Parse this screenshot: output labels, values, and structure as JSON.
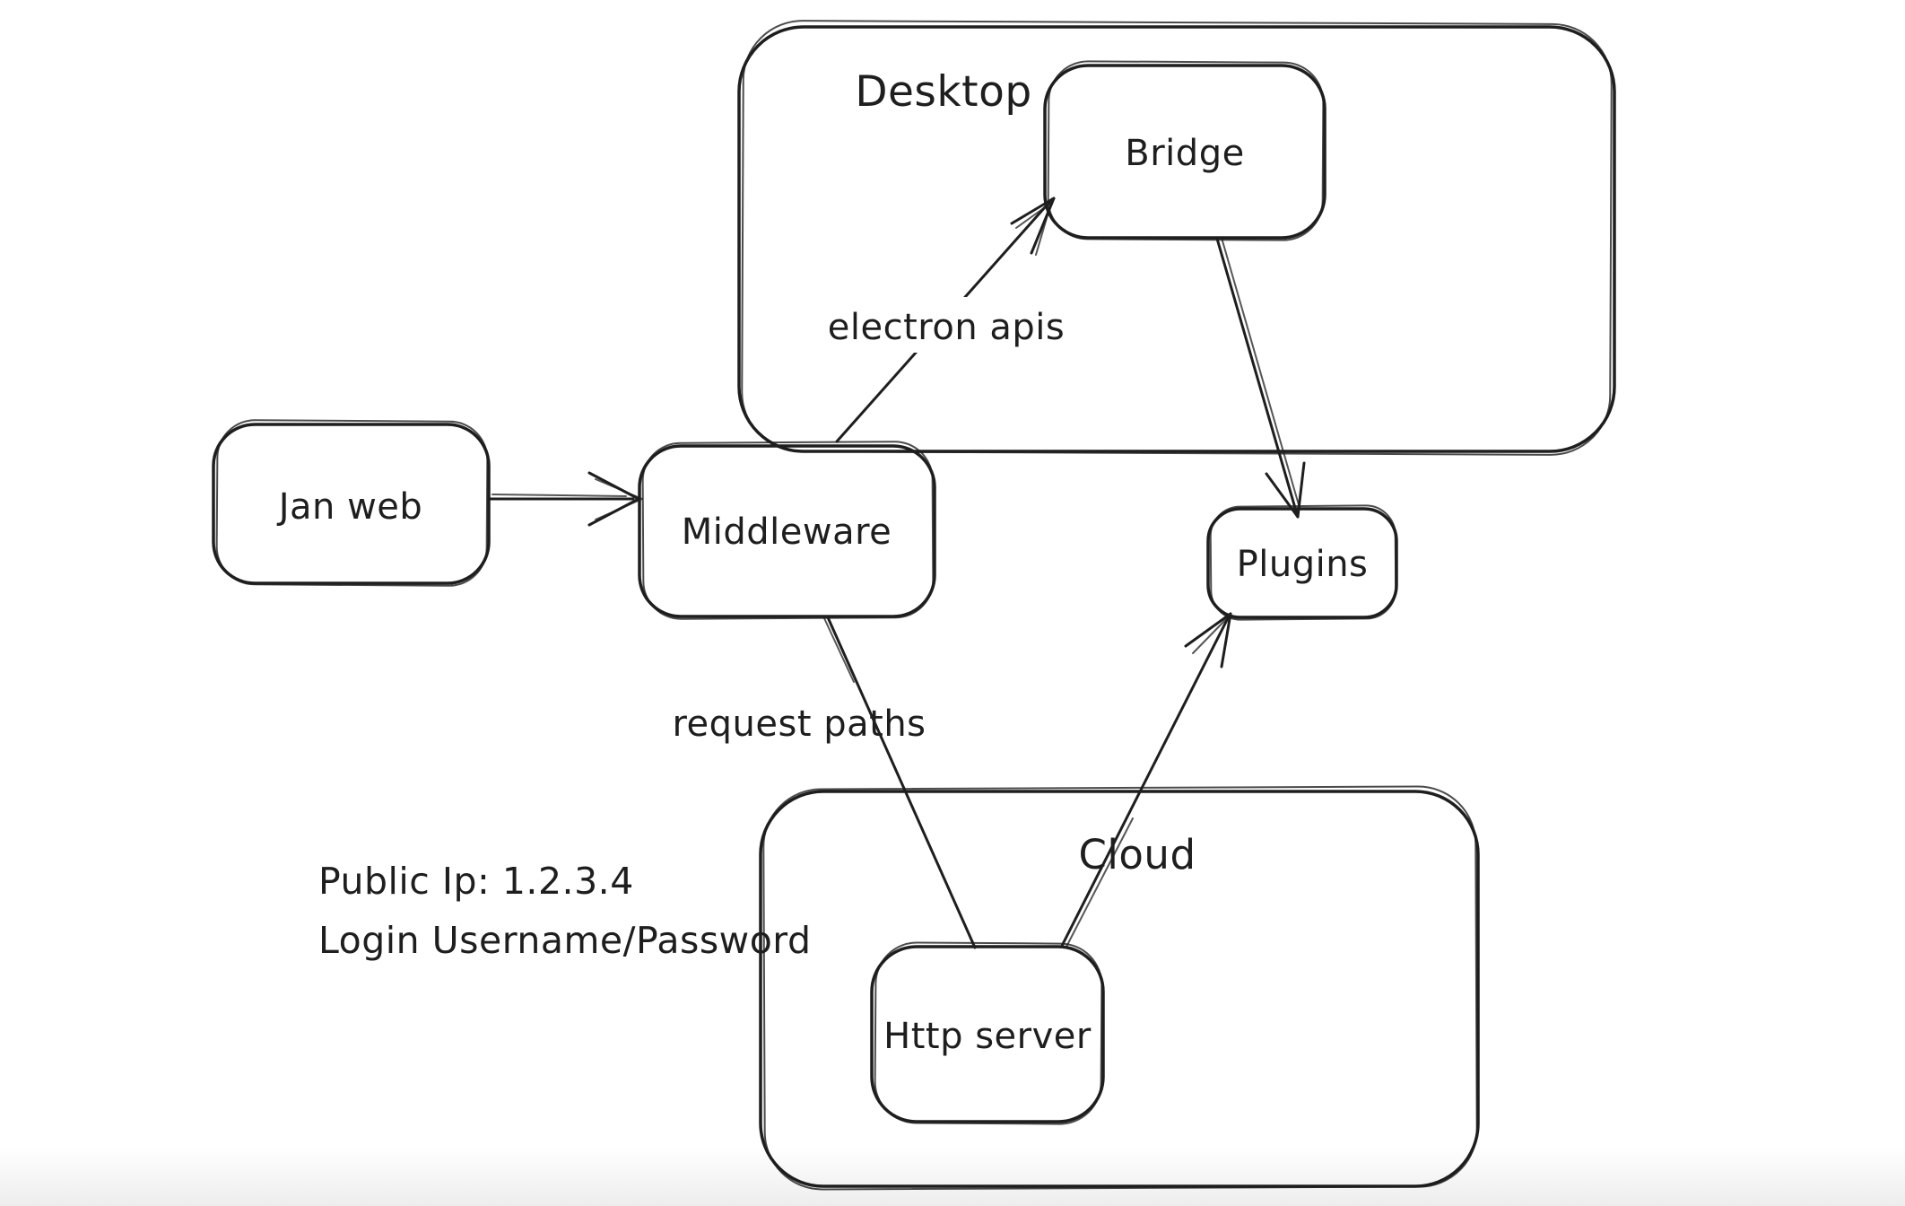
{
  "canvas": {
    "background_color": "#ffffff",
    "stroke_color": "#1e1e1e"
  },
  "containers": {
    "desktop": {
      "label": "Desktop"
    },
    "cloud": {
      "label": "Cloud"
    }
  },
  "nodes": {
    "jan_web": {
      "label": "Jan web"
    },
    "middleware": {
      "label": "Middleware"
    },
    "bridge": {
      "label": "Bridge"
    },
    "plugins": {
      "label": "Plugins"
    },
    "http_server": {
      "label": "Http server"
    }
  },
  "edges": {
    "jan_web_to_middleware": {
      "from": "Jan web",
      "to": "Middleware",
      "arrowhead": "end",
      "label": ""
    },
    "middleware_to_bridge": {
      "from": "Middleware",
      "to": "Bridge",
      "arrowhead": "end",
      "label": "electron apis"
    },
    "bridge_to_plugins": {
      "from": "Bridge",
      "to": "Plugins",
      "arrowhead": "end",
      "label": ""
    },
    "middleware_to_http_server": {
      "from": "Middleware",
      "to": "Http server",
      "arrowhead": "none",
      "label": "request paths"
    },
    "http_server_to_plugins": {
      "from": "Http server",
      "to": "Plugins",
      "arrowhead": "end",
      "label": ""
    }
  },
  "annotations": {
    "public_ip": "Public Ip: 1.2.3.4",
    "login": "Login Username/Password"
  }
}
